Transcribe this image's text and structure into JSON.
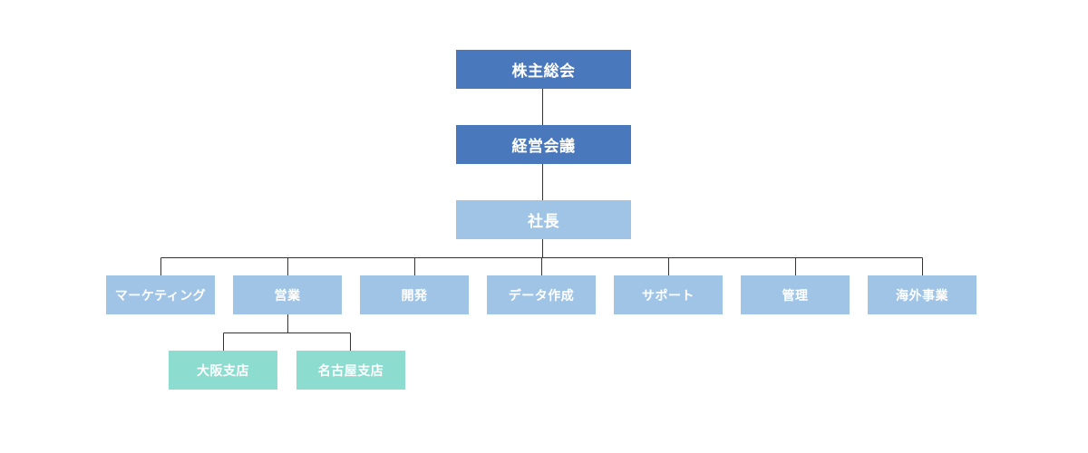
{
  "org_chart": {
    "shareholders_meeting": "株主総会",
    "board_meeting": "経営会議",
    "president": "社長",
    "departments": [
      "マーケティング",
      "営業",
      "開発",
      "データ作成",
      "サポート",
      "管理",
      "海外事業"
    ],
    "branches": [
      "大阪支店",
      "名古屋支店"
    ]
  },
  "colors": {
    "top_box": "#4a78bd",
    "president_box": "#a0c4e6",
    "department_box": "#a0c4e6",
    "branch_box": "#8cddd0",
    "connector": "#333333"
  }
}
